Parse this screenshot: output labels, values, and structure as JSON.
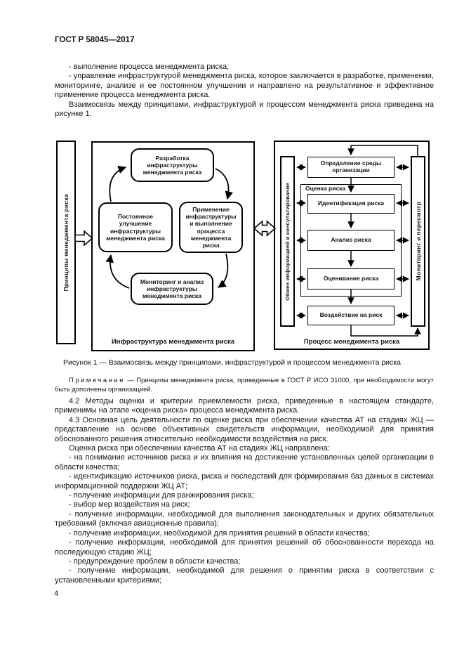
{
  "page": {
    "header": "ГОСТ Р 58045—2017",
    "page_number": "4"
  },
  "intro": {
    "paragraphs": [
      "- выполнение процесса менеджмента риска;",
      "- управление инфраструктурой менеджмента риска, которое заключается в разработке, применении, мониторинге, анализе и ее постоянном улучшении и направлено на результативное и эффективное применение процесса менеджмента риска.",
      "Взаимосвязь между принципами, инфраструктурой и процессом менеджмента риска приведена на рисунке 1."
    ]
  },
  "figure": {
    "caption": "Рисунок 1 — Взаимосвязь между принципами, инфраструктурой и процессом менеджмента риска",
    "principles_bar": "Принципы менеджмента риска",
    "infrastructure": {
      "title": "Инфраструктура менеджмента риска",
      "develop": "Разработка инфраструктуры менеджмента риска",
      "apply": "Применение инфраструктуры и выполнение процесса менеджмента риска",
      "monitor": "Мониторинг и анализ инфраструктуры менеджмента риска",
      "improve": "Постоянное улучшение инфраструктуры менеджмента риска"
    },
    "process": {
      "title": "Процесс менеджмента риска",
      "communication_bar": "Обмен информацией и консультирование",
      "monitoring_bar": "Мониторинг и пересмотр",
      "context": "Определение среды организации",
      "assessment_group": "Оценка риска",
      "identification": "Идентификация риска",
      "analysis": "Анализ риска",
      "evaluation": "Оценивание риска",
      "treatment": "Воздействие на риск"
    },
    "colors": {
      "line": "#000000",
      "background": "#ffffff"
    }
  },
  "note": {
    "label": "Примечание",
    "text": "— Принципы менеджмента риска, приведенные в ГОСТ Р ИСО 31000, при необходимости могут быть дополнены организацией."
  },
  "body": {
    "paragraphs": [
      "4.2 Методы оценки и критерии приемлемости риска, приведенные в настоящем стандарте, применимы на этапе «оценка риска» процесса менеджмента риска.",
      "4.3 Основная цель деятельности по оценке риска при обеспечении качества АТ на стадиях ЖЦ — представление на основе объективных свидетельств информации, необходимой для принятия обоснованного решения относительно необходимости воздействия на риск.",
      "Оценка риска при обеспечении качества АТ на стадиях ЖЦ направлена:",
      "- на понимание источников риска и их влияния на достижение установленных целей организации в области качества;",
      "- идентификацию источников риска, риска и последствий для формирования баз данных в системах информационной поддержки ЖЦ АТ;",
      "- получение информации для ранжирования риска;",
      "- выбор мер воздействия на риск;",
      "- получение информации, необходимой для выполнения законодательных и других обязательных требований (включая авиационные правила);",
      "- получение информации, необходимой для принятия решений в области качества;",
      "- получение информации, необходимой для принятия решений об обоснованности перехода на последующую стадию ЖЦ;",
      "- предупреждение проблем в области качества;",
      "- получение информации, необходимой для решения о принятии риска в соответствии с установленными критериями;"
    ]
  }
}
